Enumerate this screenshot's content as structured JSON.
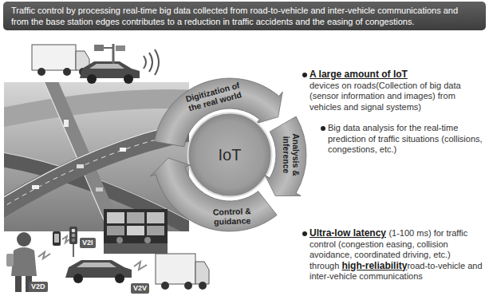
{
  "diagram": {
    "nodes": [
      {
        "text": [
          "Traffic control by processing real-time big data collected from road-to-vehicle and inter-vehicle communications and from the base station edges contributes to a reduction in traffic accidents and the easing of congestions."
        ]
      },
      {
        "text": [
          "Digitization of the real world"
        ]
      },
      {
        "text": [
          "IoT"
        ]
      },
      {
        "text": [
          "Analysis & inference"
        ]
      },
      {
        "text": [
          "Control & guidance"
        ]
      },
      {
        "text": [
          "V2I"
        ]
      },
      {
        "text": [
          "V2D"
        ]
      },
      {
        "text": [
          "V2V"
        ]
      }
    ],
    "labels": [
      "A large amount of IoT",
      "devices on roads(Collection of big data (sensor information and images) from vehicles and signal systems)",
      "Big data analysis for the real-time prediction of traffic situations (collisions, congestions, etc.)",
      "Ultra-low latency",
      "(1-100 ms) for traffic control (congestion easing, collision avoidance, coordinated driving, etc.) through",
      "high-reliability",
      "road-to-vehicle and inter-vehicle communications"
    ]
  }
}
